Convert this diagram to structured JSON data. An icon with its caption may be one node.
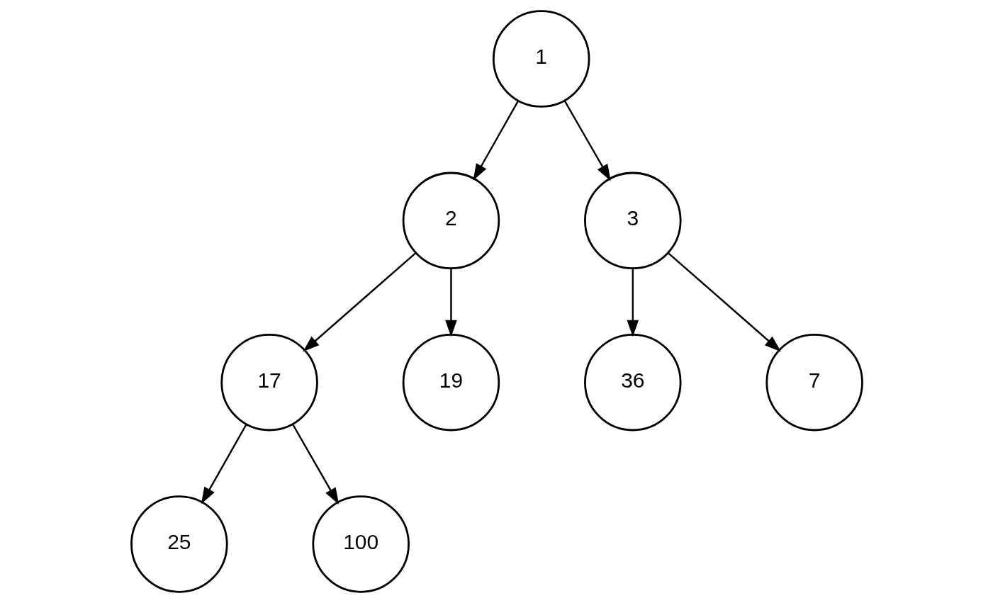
{
  "diagram": {
    "nodes": [
      {
        "text": [
          "1"
        ]
      },
      {
        "text": [
          "2"
        ]
      },
      {
        "text": [
          "3"
        ]
      },
      {
        "text": [
          "17"
        ]
      },
      {
        "text": [
          "19"
        ]
      },
      {
        "text": [
          "36"
        ]
      },
      {
        "text": [
          "7"
        ]
      },
      {
        "text": [
          "25"
        ]
      },
      {
        "text": [
          "100"
        ]
      }
    ],
    "edges": [
      {
        "from": 0,
        "to": 1,
        "arrow": "to"
      },
      {
        "from": 0,
        "to": 2,
        "arrow": "to"
      },
      {
        "from": 1,
        "to": 3,
        "arrow": "to"
      },
      {
        "from": 1,
        "to": 4,
        "arrow": "to"
      },
      {
        "from": 2,
        "to": 5,
        "arrow": "to"
      },
      {
        "from": 2,
        "to": 6,
        "arrow": "to"
      },
      {
        "from": 3,
        "to": 7,
        "arrow": "to"
      },
      {
        "from": 3,
        "to": 8,
        "arrow": "to"
      }
    ]
  }
}
